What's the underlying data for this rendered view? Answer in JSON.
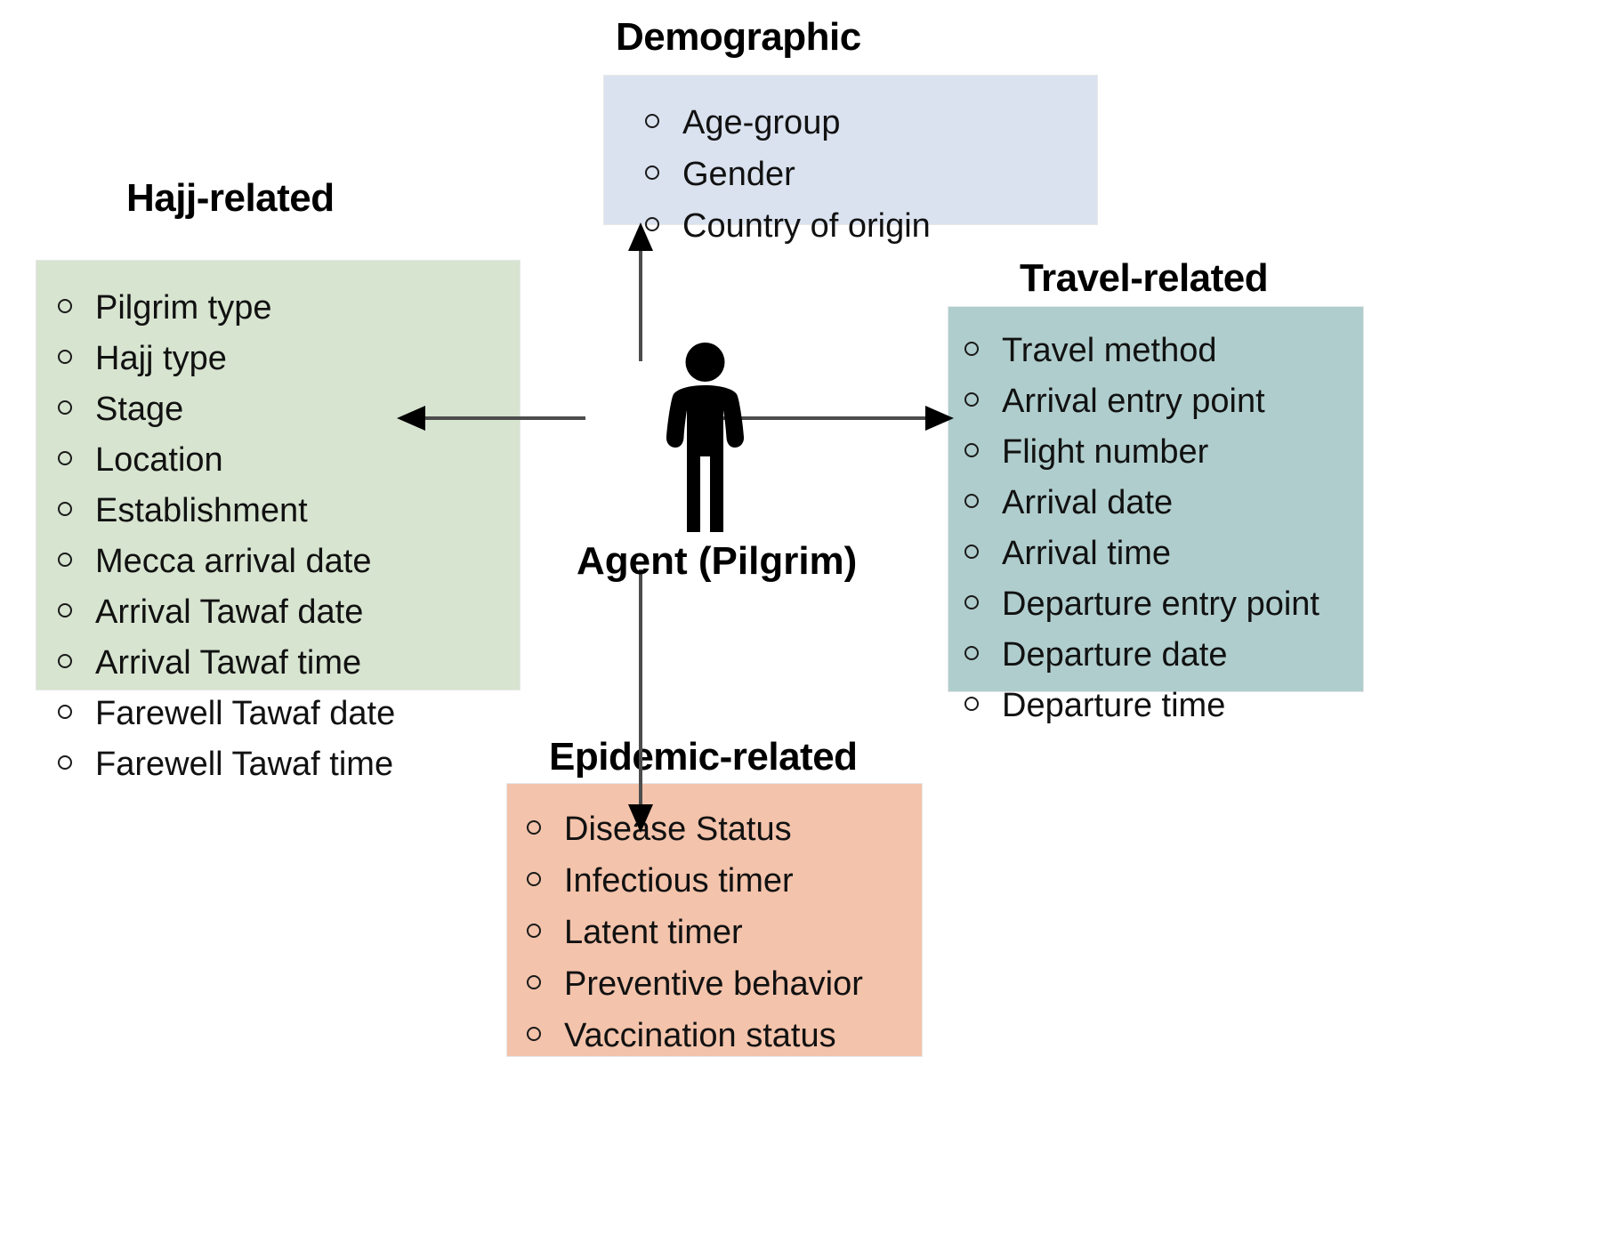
{
  "diagram": {
    "center": {
      "label": "Agent (Pilgrim)",
      "icon": "person-icon"
    },
    "categories": [
      {
        "id": "hajj",
        "title": "Hajj-related",
        "color": "#d7e4d0",
        "position": "left",
        "items": [
          "Pilgrim type",
          "Hajj type",
          "Stage",
          "Location",
          "Establishment",
          "Mecca arrival date",
          "Arrival Tawaf date",
          "Arrival Tawaf time",
          "Farewell Tawaf date",
          "Farewell Tawaf time"
        ]
      },
      {
        "id": "demographic",
        "title": "Demographic",
        "color": "#dae2ef",
        "position": "top",
        "items": [
          "Age-group",
          "Gender",
          "Country of origin"
        ]
      },
      {
        "id": "travel",
        "title": "Travel-related",
        "color": "#b0cdcd",
        "position": "right",
        "items": [
          "Travel method",
          "Arrival entry point",
          "Flight number",
          "Arrival date",
          "Arrival time",
          "Departure entry point",
          "Departure date",
          "Departure time"
        ]
      },
      {
        "id": "epidemic",
        "title": "Epidemic-related",
        "color": "#f3c3ab",
        "position": "bottom",
        "items": [
          "Disease Status",
          "Infectious timer",
          "Latent timer",
          "Preventive behavior",
          "Vaccination status"
        ]
      }
    ],
    "connectors": [
      {
        "id": "arrow-up",
        "direction": "up",
        "from": "center",
        "to": "demographic"
      },
      {
        "id": "arrow-down",
        "direction": "down",
        "from": "center",
        "to": "epidemic"
      },
      {
        "id": "arrow-left",
        "direction": "left",
        "from": "center",
        "to": "hajj"
      },
      {
        "id": "arrow-right",
        "direction": "right",
        "from": "center",
        "to": "travel"
      }
    ]
  }
}
